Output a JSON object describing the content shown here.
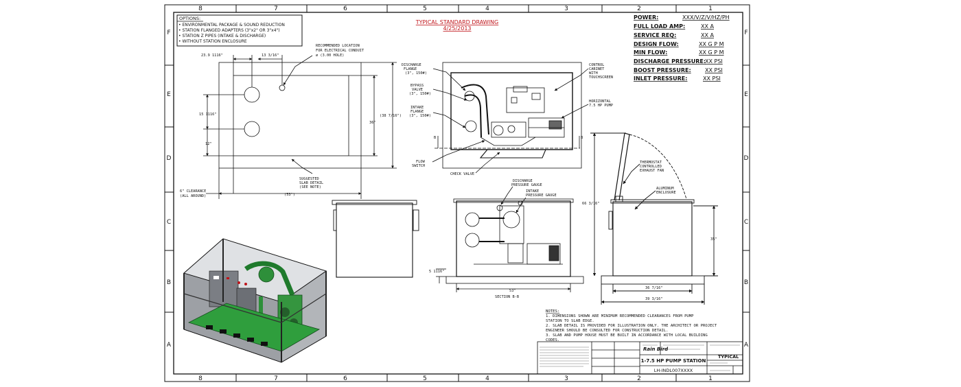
{
  "drawing": {
    "title_line1": "TYPICAL STANDARD DRAWING",
    "title_line2": "4/25/2013"
  },
  "grid": {
    "top": [
      "8",
      "7",
      "6",
      "5",
      "4",
      "3",
      "2",
      "1"
    ],
    "bottom": [
      "8",
      "7",
      "6",
      "5",
      "4",
      "3",
      "2",
      "1"
    ],
    "left": [
      "F",
      "E",
      "D",
      "C",
      "B",
      "A"
    ],
    "right": [
      "F",
      "E",
      "D",
      "C",
      "B",
      "A"
    ]
  },
  "options": {
    "heading": "OPTIONS:",
    "items": [
      "• ENVIRONMENTAL PACKAGE & SOUND REDUCTION",
      "• STATION FLANGED ADAPTERS (3\"x2\" OR 3\"x4\")",
      "• STATION Z PIPES (INTAKE & DISCHARGE)",
      "• WITHOUT STATION ENCLOSURE"
    ]
  },
  "specs": [
    {
      "label": "POWER:",
      "value": "XXX/V/Z/V/HZ/PH"
    },
    {
      "label": "FULL LOAD AMP:",
      "value": "XX A"
    },
    {
      "label": "SERVICE REQ:",
      "value": "XX A"
    },
    {
      "label": "DESIGN FLOW:",
      "value": "XX G P M"
    },
    {
      "label": "MIN FLOW:",
      "value": "XX G P M"
    },
    {
      "label": "DISCHARGE PRESSURE:",
      "value": "XX PSI"
    },
    {
      "label": "BOOST PRESSURE:",
      "value": "XX PSI"
    },
    {
      "label": "INLET PRESSURE:",
      "value": "XX PSI"
    }
  ],
  "plan_view": {
    "recommended_location": [
      "RECOMMENDED LOCATION",
      "FOR ELECTRICAL CONDUIT",
      "ø (3.00 HOLE)"
    ],
    "dim_top_left": "23.9 1116\"",
    "dim_top_right": "13 3/16\"",
    "dim_left_upper": "15 1116\"",
    "dim_left_lower": "12\"",
    "dim_right_inner": "36\"",
    "dim_right_outer": "(38 7/16\")",
    "suggested_slab": [
      "SUGGESTED",
      "SLAB DETAIL",
      "(SEE NOTE)"
    ],
    "clearance": [
      "6\" CLEARANCE",
      "(ALL AROUND)"
    ],
    "dim_bottom": "(53\")"
  },
  "top_view_labels": {
    "discharge_flange": [
      "DISCHARGE",
      "FLANGE",
      "(3\", 150#)"
    ],
    "bypass_valve": [
      "BYPASS",
      "VALVE",
      "(3\", 150#)"
    ],
    "intake_flange": [
      "INTAKE",
      "FLANGE",
      "(3\", 150#)"
    ],
    "flow_switch": [
      "FLOW",
      "SWITCH"
    ],
    "check_valve": "CHECK VALVE",
    "control_cabinet": [
      "CONTROL",
      "CABINET",
      "WITH",
      "TOUCHSCREEN"
    ],
    "horizontal_pump": [
      "HORIZONTAL",
      "7.5 HP PUMP"
    ],
    "section_marker": "B"
  },
  "section_view": {
    "discharge_gauge": [
      "DISCHARGE",
      "PRESSURE GAUGE"
    ],
    "intake_gauge": [
      "INTAKE",
      "PRESSURE GAUGE"
    ],
    "dim_pad": "5 1116\"",
    "dim_width": "53\"",
    "caption": "SECTION B-B"
  },
  "side_view": {
    "thermostat": [
      "THERMOSTAT",
      "CONTROLLED",
      "EXHAUST FAN"
    ],
    "aluminum": [
      "ALUMINUM",
      "ENCLOSURE"
    ],
    "dim_height_open": "66 3/16\"",
    "dim_height": "35\"",
    "dim_inner": "36 7/16\"",
    "dim_outer": "39 3/16\""
  },
  "notes": {
    "heading": "NOTES:",
    "items": [
      "1.  DIMENSIONS SHOWN ARE MINIMUM RECOMMENDED CLEARANCES FROM PUMP",
      "     STATION TO SLAB EDGE.",
      "2.  SLAB DETAIL IS PROVIDED FOR ILLUSTRATION ONLY. THE ARCHITECT OR PROJECT",
      "     ENGINEER SHOULD BE CONSULTED FOR CONSTRUCTION DETAIL.",
      "3.  SLAB AND PUMP HOUSE MUST BE BUILT IN ACCORDANCE WITH LOCAL BUILDING",
      "     CODES."
    ]
  },
  "title_block": {
    "logo": "Rain Bird",
    "product": "1-7.5 HP PUMP STATION",
    "drawing_number": "LH-INDL007XXXX",
    "type": "TYPICAL"
  }
}
